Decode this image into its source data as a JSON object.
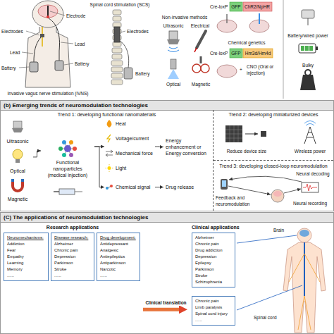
{
  "diagram": {
    "nodes": [
      {
        "text": [
          "(b) Emerging trends of neuromodulation technologies"
        ]
      },
      {
        "text": [
          "Trend 1: developing functional nanomaterials"
        ],
        "in": 0
      },
      {
        "text": [
          "Ultrasonic",
          "Optical",
          "Magnetic"
        ],
        "in": 1
      },
      {
        "text": [
          "Functional nanoparticles (medical injection)"
        ],
        "in": 1
      },
      {
        "text": [
          "Heat",
          "Voltage/current",
          "Mechanical force",
          "Light"
        ],
        "in": 1
      },
      {
        "text": [
          "Chemical signal"
        ],
        "in": 1
      },
      {
        "text": [
          "Energy enhancement or Energy conversion"
        ],
        "in": 1
      },
      {
        "text": [
          "Drug release"
        ],
        "in": 1
      },
      {
        "text": [
          "Trend 2: developing miniaturized devices"
        ],
        "in": 0
      },
      {
        "text": [
          "Trend 3: developing closed-loop neuromodulation"
        ],
        "in": 0
      },
      {
        "text": [
          "(C) The applications of neuromodulation technologies"
        ]
      },
      {
        "text": [
          "Research applications"
        ],
        "in": 10
      },
      {
        "text": [
          "Neuromechanisms:",
          "Addiction",
          "Fear",
          "Empathy",
          "Learning",
          "Memory",
          "......"
        ],
        "in": 11
      },
      {
        "text": [
          "Disease research:",
          "Alzheimer",
          "Chronic pain",
          "Depression",
          "Parkinson",
          "Stroke",
          "......"
        ],
        "in": 11
      },
      {
        "text": [
          "Drug development:",
          "Antidepressant",
          "Analgesic",
          "Antiepileptics",
          "Antiparkinson",
          "Narcotic",
          "......"
        ],
        "in": 11
      },
      {
        "text": [
          "Clinical applications"
        ],
        "in": 10
      },
      {
        "text": [
          "Alzheimer",
          "Chronic pain",
          "Drug addiction",
          "Depression",
          "Epilepsy",
          "Parkinson",
          "Stroke",
          "Schizophrenia"
        ],
        "in": 15
      },
      {
        "text": [
          "Chronic pain",
          "Limb paralysis",
          "Spinal cord injury",
          "......"
        ],
        "in": 15
      }
    ],
    "edges": [
      {
        "from": 2,
        "to": 3,
        "arrow": "to"
      },
      {
        "from": 3,
        "to": 4,
        "arrow": "to"
      },
      {
        "from": 3,
        "to": 5,
        "arrow": "to"
      },
      {
        "from": 4,
        "to": 6,
        "arrow": "to"
      },
      {
        "from": 5,
        "to": 7,
        "arrow": "to"
      },
      {
        "from": 11,
        "to": 15,
        "label": "Clinical translation",
        "arrow": "to"
      }
    ],
    "labels": [
      "Electrode",
      "Electrodes",
      "Lead",
      "Lead",
      "Battery",
      "Battery",
      "Invasive vagus nerve stimulation (iVNS)",
      "Spinal cord stimulation (SCS)",
      "Electrodes",
      "Battery",
      "Non-invasive methods",
      "Ultrasonic",
      "Electrical",
      "Optical",
      "Magnetic",
      "Cre-loxP",
      "GFP",
      "ChR2/NpHR",
      "Chemical genetics",
      "Cre-loxP",
      "GFP",
      "Hm3d/Hm4d",
      "+",
      "CNO (Oral or injection)",
      "Battery/wired power",
      "Bulky",
      "Reduce device size",
      "Wireless power",
      "Neural decoding",
      "Feedback and neuromodulation",
      "Neural recording",
      "Brain",
      "Spinal cord"
    ]
  }
}
